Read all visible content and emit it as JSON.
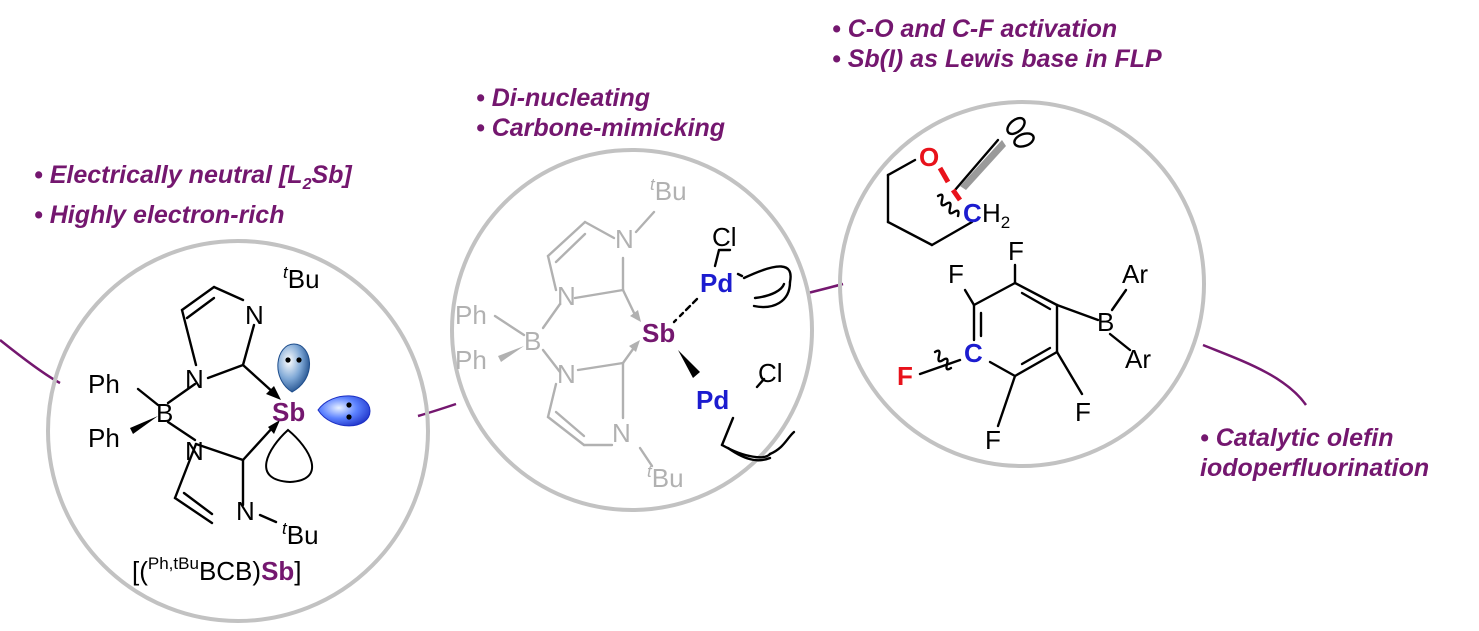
{
  "colors": {
    "accent": "#74176f",
    "circle": "#c2c2c2",
    "pd_blue": "#1c1ccf",
    "oxygen_red": "#e8121b",
    "gray_structure": "#b1b1b1"
  },
  "captions": {
    "left": [
      "• Electrically neutral [L",
      "2",
      "Sb]",
      "• Highly electron-rich"
    ],
    "middle": [
      "• Di-nucleating",
      "• Carbone-mimicking"
    ],
    "right_top": [
      "• C-O and C-F activation",
      "• Sb(I) as Lewis base in FLP"
    ],
    "right_bottom": [
      "• Catalytic olefin",
      "iodoperfluorination"
    ]
  },
  "left_structure": {
    "tbu_prefix": "t",
    "tbu": "Bu",
    "n": "N",
    "b": "B",
    "ph": "Ph",
    "sb": "Sb",
    "compound": {
      "open": "[(",
      "sup": "Ph,tBu",
      "mid": "BCB)",
      "sb": "Sb",
      "close": "]"
    }
  },
  "middle_structure": {
    "tbu_prefix": "t",
    "tbu": "Bu",
    "n": "N",
    "b": "B",
    "ph": "Ph",
    "sb": "Sb",
    "pd": "Pd",
    "cl": "Cl"
  },
  "right_structure": {
    "o": "O",
    "c": "C",
    "h": "H",
    "h_sub": "2",
    "f": "F",
    "b": "B",
    "ar": "Ar"
  }
}
